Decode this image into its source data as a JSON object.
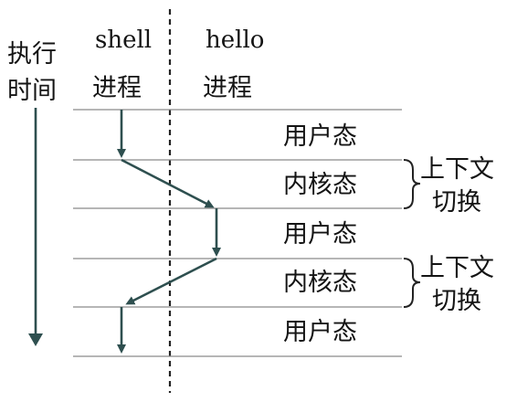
{
  "axis": {
    "label_line1": "执行",
    "label_line2": "时间"
  },
  "columns": {
    "left_title": "shell",
    "left_subtitle": "进程",
    "right_title": "hello",
    "right_subtitle": "进程"
  },
  "rows": [
    {
      "label": "用户态"
    },
    {
      "label": "内核态"
    },
    {
      "label": "用户态"
    },
    {
      "label": "内核态"
    },
    {
      "label": "用户态"
    }
  ],
  "context_switches": [
    {
      "line1": "上下文",
      "line2": "切换"
    },
    {
      "line1": "上下文",
      "line2": "切换"
    }
  ],
  "colors": {
    "flow_arrow": "#2e4f4f",
    "text": "#141414",
    "rule": "#8a8a8a"
  }
}
